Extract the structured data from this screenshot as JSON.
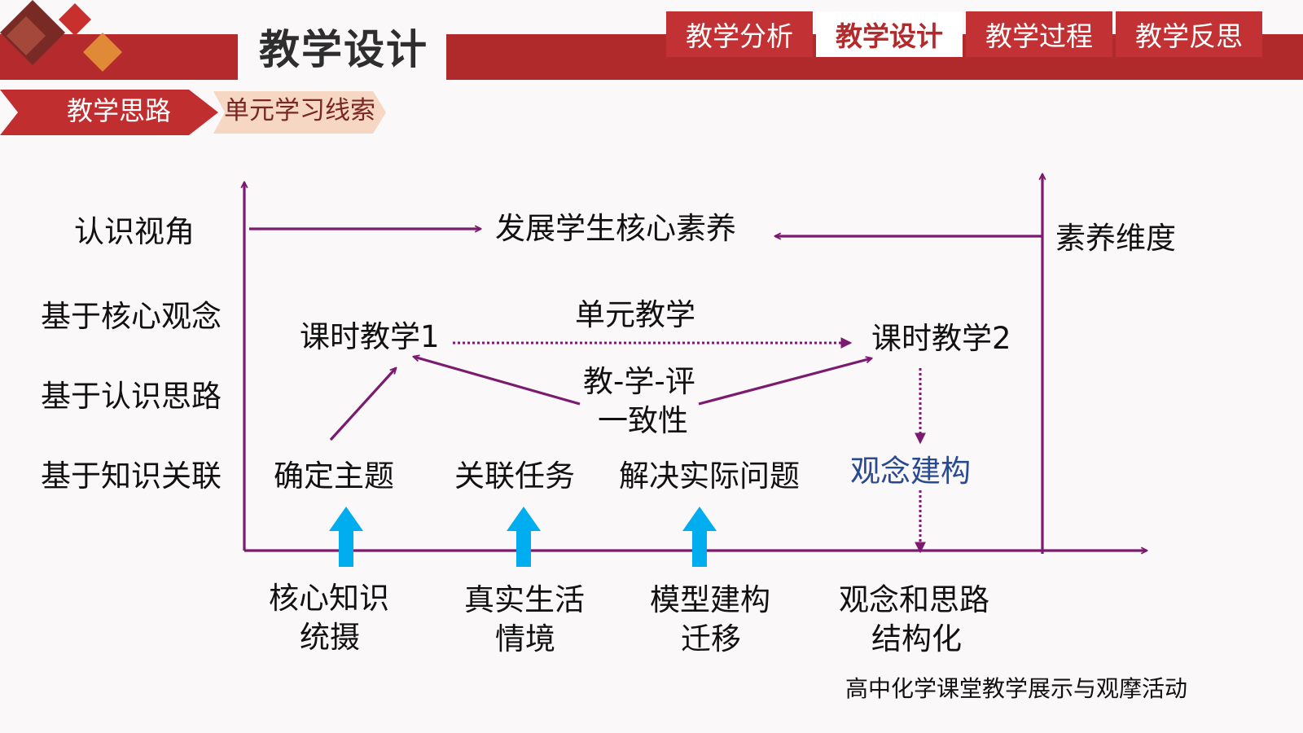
{
  "header": {
    "title": "教学设计",
    "tabs": [
      {
        "label": "教学分析",
        "active": false
      },
      {
        "label": "教学设计",
        "active": true
      },
      {
        "label": "教学过程",
        "active": false
      },
      {
        "label": "教学反思",
        "active": false
      }
    ]
  },
  "subheader": {
    "tabs": [
      {
        "label": "教学思路",
        "active": true
      },
      {
        "label": "单元学习线索",
        "active": false
      }
    ]
  },
  "diagram": {
    "row_labels": [
      "认识视角",
      "基于核心观念",
      "基于认识思路",
      "基于知识关联"
    ],
    "right_axis_label": "素养维度",
    "top_goal": "发展学生核心素养",
    "unit_label": "单元教学",
    "lesson_1": "课时教学1",
    "lesson_2": "课时教学2",
    "consistency_line1": "教-学-评",
    "consistency_line2": "一致性",
    "steps": [
      "确定主题",
      "关联任务",
      "解决实际问题",
      "观念建构"
    ],
    "bottom_items": [
      {
        "line1": "核心知识",
        "line2": "统摄"
      },
      {
        "line1": "真实生活",
        "line2": "情境"
      },
      {
        "line1": "模型建构",
        "line2": "迁移"
      },
      {
        "line1": "观念和思路",
        "line2": "结构化"
      }
    ]
  },
  "footer": {
    "note": "高中化学课堂教学展示与观摩活动"
  },
  "colors": {
    "brand_red": "#b52a2c",
    "axis_purple": "#7b1a6e",
    "arrow_blue": "#00aeef",
    "concept_blue": "#2a4a90"
  }
}
